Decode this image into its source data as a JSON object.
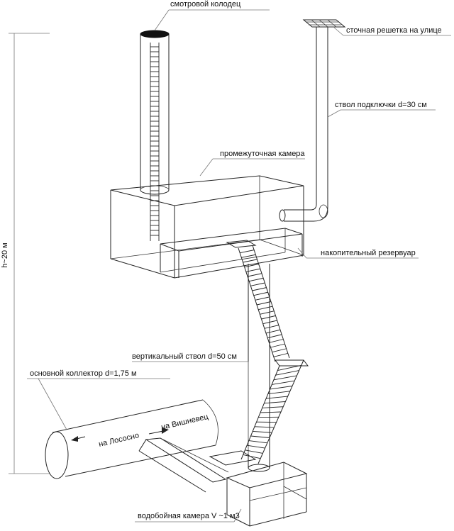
{
  "labels": {
    "manhole": "смотровой колодец",
    "street_grate": "сточная решетка на улице",
    "connection_shaft": "ствол подключки d=30 см",
    "intermediate_chamber": "промежуточная камера",
    "storage_tank": "накопительный резервуар",
    "height": "h~20 м",
    "vertical_shaft": "вертикальный ствол d=50 см",
    "main_collector": "основной коллектор d=1,75 м",
    "to_lososno": "на Лососно",
    "to_vishnevets": "на Вишневец",
    "energy_dissipation_chamber": "водобойная камера V ~1 м3"
  },
  "colors": {
    "line": "#222222",
    "leader": "#777777",
    "background": "#ffffff"
  }
}
